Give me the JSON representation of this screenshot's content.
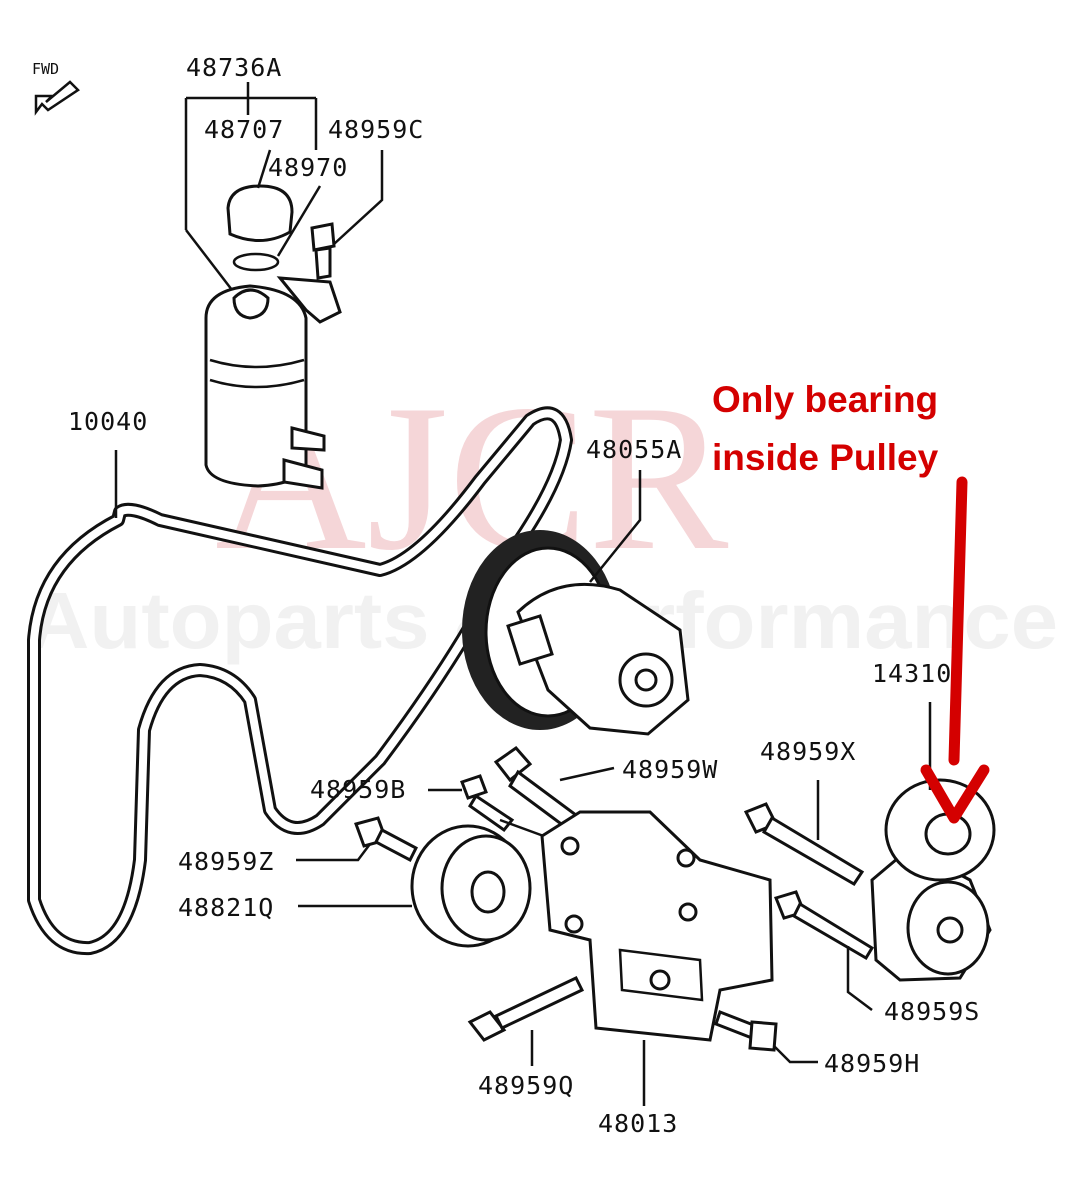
{
  "watermark": {
    "logo_text": "AJCR",
    "tagline": "Autoparts & Performance"
  },
  "direction_label": "FWD",
  "annotation": {
    "line1": "Only bearing",
    "line2": "inside Pulley",
    "color": "#d40000"
  },
  "parts": {
    "p48736A": "48736A",
    "p48707": "48707",
    "p48959C": "48959C",
    "p48970": "48970",
    "p10040": "10040",
    "p48055A": "48055A",
    "p14310": "14310",
    "p48959B": "48959B",
    "p48959W": "48959W",
    "p48959X": "48959X",
    "p48959Z": "48959Z",
    "p48821Q": "48821Q",
    "p48959S": "48959S",
    "p48959H": "48959H",
    "p48959Q": "48959Q",
    "p48013": "48013"
  }
}
